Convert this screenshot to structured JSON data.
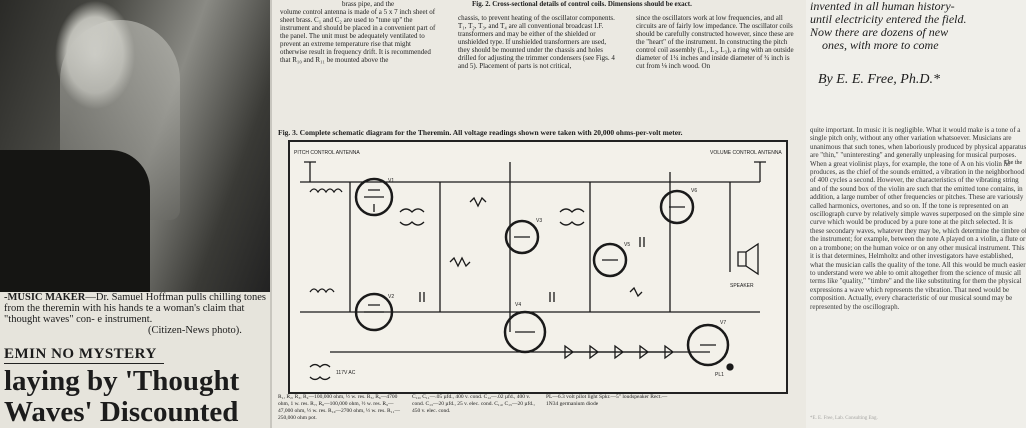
{
  "left_clipping": {
    "caption_lead": "-MUSIC MAKER",
    "caption_text": "—Dr. Samuel Hoffman pulls chilling tones from the theremin with his hands te a woman's claim that \"thought waves\" con- e instrument.",
    "credit": "(Citizen-News photo).",
    "kicker": "EMIN NO MYSTERY",
    "headline_1": "laying by 'Thought",
    "headline_2": "Waves' Discounted"
  },
  "schematic_page": {
    "column_1": "volume control antenna is made of a 5 x 7 inch sheet of sheet brass. C₁ and C₂ are used to \"tune up\" the instrument and should be placed in a convenient part of the panel. The unit must be adequately ventilated to prevent an extreme temperature rise that might otherwise result in frequency drift. It is recommended that R₁₀ and R₁₁ be mounted above the",
    "column_1_top": "brass pipe, and the",
    "column_2": "chassis, to prevent heating of the oscillator components. T₁, T₂, T₃, and T₄ are all conventional broadcast I.F. transformers and may be either of the shielded or unshielded type. If unshielded transformers are used, they should be mounted under the chassis and holes drilled for adjusting the trimmer condensers (see Figs. 4 and 5). Placement of parts is not critical,",
    "column_3": "since the oscillators work at low frequencies, and all circuits are of fairly low impedance. The oscillator coils should be carefully constructed however, since these are the \"heart\" of the instrument. In constructing the pitch control coil assembly (L₁, L₂, L₃), a ring with an outside diameter of 1¼ inches and inside diameter of ¾ inch is cut from ⅛ inch wood. On",
    "fig2_caption": "Fig. 2. Cross-sectional details of control coils. Dimensions should be exact.",
    "fig3_caption": "Fig. 3. Complete schematic diagram for the Theremin. All voltage readings shown were taken with 20,000 ohms-per-volt meter.",
    "labels": {
      "pitch_antenna": "PITCH CONTROL ANTENNA",
      "volume_antenna": "VOLUME CONTROL ANTENNA",
      "speaker": "SPEAKER",
      "v1": "V1",
      "v2": "V2",
      "v3": "V3",
      "v4": "V4",
      "v5": "V5",
      "v6": "V6",
      "v7": "V7",
      "plug": "PL1",
      "ac": "117V AC"
    },
    "parts_1": "R₁, R₂, R₃, R₄—100,000 ohm, ½ w. res. R₅, R₆—4700 ohm, 1 w. res. R₇, R₈—100,000 ohm, ½ w. res. R₉—47,000 ohm, ½ w. res. R₁₀—2700 ohm, ½ w. res. R₁₁—250,000 ohm pot.",
    "parts_2": "C₁₀, C₁₁—.05 µfd., 400 v. cond. C₁₂—.02 µfd., 400 v. cond. C₁₃—20 µfd., 25 v. elec. cond. C₁₄, C₁₅—20 µfd., 450 v. elec. cond.",
    "parts_3": "PL—6.3 volt pilot light Spkr.—5\" loudspeaker Rect.—1N34 germanium diode",
    "parts_4": ""
  },
  "article": {
    "intro_1": "invented in all human history-",
    "intro_2": "until electricity entered the field.",
    "intro_3": "Now there are dozens of new",
    "intro_4": "ones, with more to come",
    "byline": "By E. E. Free, Ph.D.*",
    "body": "quite important. In music it is negligible. What it would make is a tone of a single pitch only, without any other variation whatsoever. Musicians are unanimous that such tones, when laboriously produced by physical apparatus, are \"thin,\" \"uninteresting\" and generally unpleasing for musical purposes. When a great violinist plays, for example, the tone of A on his violin he produces, as the chief of the sounds emitted, a vibration in the neighborhood of 400 cycles a second. However, the characteristics of the vibrating string and of the sound box of the violin are such that the emitted tone contains, in addition, a large number of other frequencies or pitches. These are variously called harmonics, overtones, and so on. If the tone is represented on an oscillograph curve by relatively simple waves superposed on the simple sine curve which would be produced by a pure tone at the pitch selected. It is these secondary waves, whatever they may be, which determine the timbre of the instrument; for example, between the note A played on a violin, a flute or on a trombone; on the human voice or on any other musical instrument. This it is that determines, Helmholtz and other investigators have established, what the musician calls the quality of the tone. All this would be much easier to understand were we able to omit altogether from the science of music all terms like \"quality,\" \"timbre\" and the like substituting for them the physical expressions a wave which represents the vibration. That need would be composition. Actually, every characteristic of our musical sound may be represented by the oscillograph.",
    "footnote": "*E. E. Free, Lab. Consulting Eng.",
    "side_text": "The the"
  }
}
